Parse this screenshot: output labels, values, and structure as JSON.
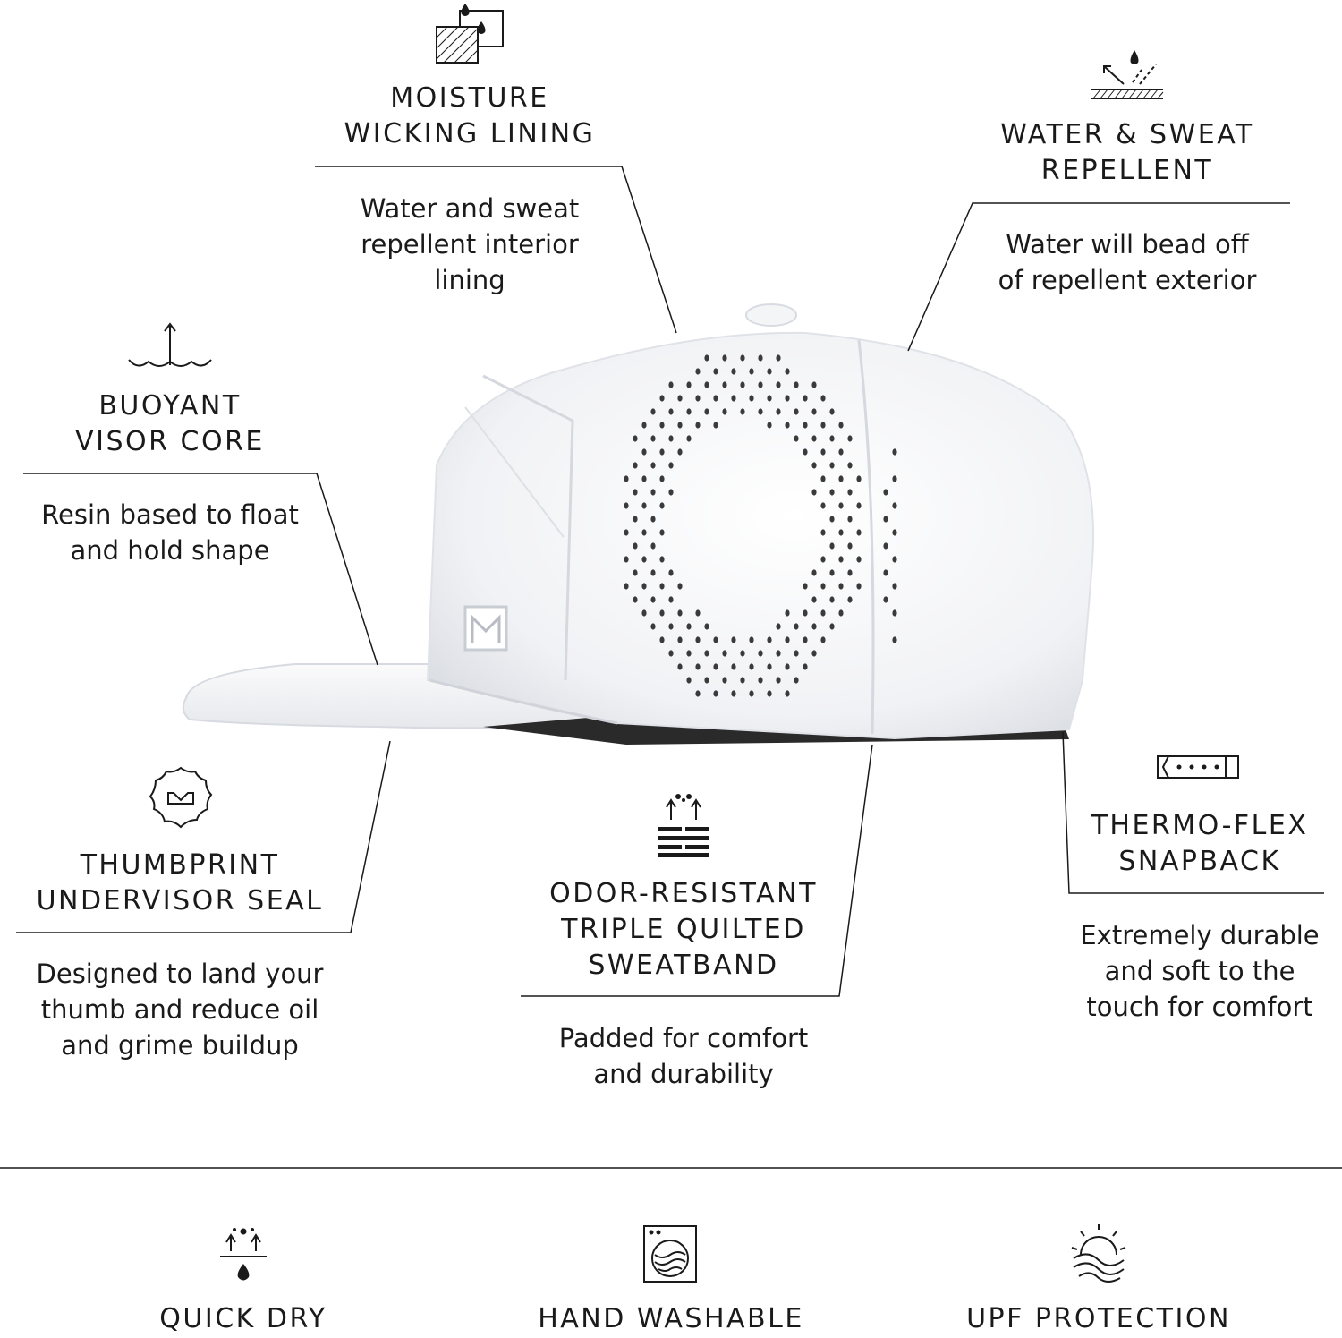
{
  "features": {
    "moisture": {
      "title": [
        "MOISTURE",
        "WICKING LINING"
      ],
      "desc": [
        "Water and sweat",
        "repellent interior",
        "lining"
      ]
    },
    "water": {
      "title": [
        "WATER & SWEAT",
        "REPELLENT"
      ],
      "desc": [
        "Water will bead off",
        "of repellent exterior"
      ]
    },
    "buoyant": {
      "title": [
        "BUOYANT",
        "VISOR CORE"
      ],
      "desc": [
        "Resin based to float",
        "and hold shape"
      ]
    },
    "thumbprint": {
      "title": [
        "THUMBPRINT",
        "UNDERVISOR SEAL"
      ],
      "desc": [
        "Designed to land your",
        "thumb and reduce oil",
        "and grime buildup"
      ]
    },
    "odor": {
      "title": [
        "ODOR-RESISTANT",
        "TRIPLE QUILTED",
        "SWEATBAND"
      ],
      "desc": [
        "Padded for comfort",
        "and durability"
      ]
    },
    "thermo": {
      "title": [
        "THERMO-FLEX",
        "SNAPBACK"
      ],
      "desc": [
        "Extremely durable",
        "and soft to the",
        "touch for comfort"
      ]
    }
  },
  "bottom": {
    "quick_dry": "QUICK DRY",
    "hand_washable": "HAND WASHABLE",
    "upf": "UPF PROTECTION"
  },
  "colors": {
    "ink": "#1a1a1a",
    "cap": "#f4f5f7"
  }
}
